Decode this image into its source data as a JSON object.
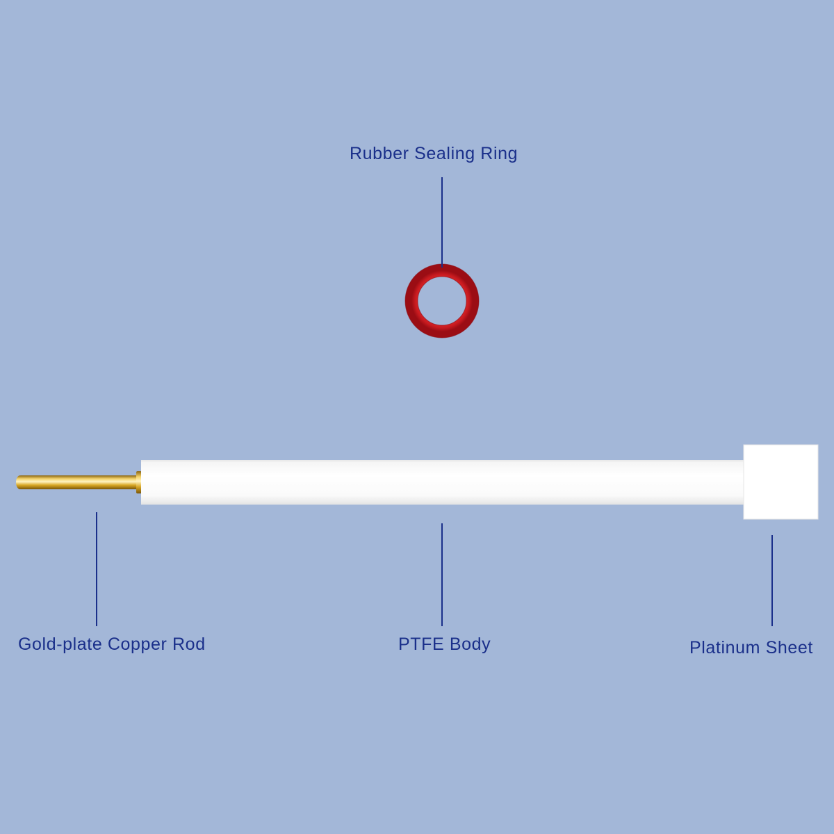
{
  "diagram": {
    "background_color": "#a3b7d8",
    "label_color": "#1a2f8a",
    "parts": {
      "ring": {
        "label": "Rubber Sealing Ring",
        "color": "#cf1b1f"
      },
      "rod": {
        "label": "Gold-plate Copper Rod",
        "color": "#d9a825"
      },
      "body": {
        "label": "PTFE Body",
        "color": "#ffffff"
      },
      "sheet": {
        "label": "Platinum Sheet",
        "color": "#ffffff"
      }
    }
  }
}
